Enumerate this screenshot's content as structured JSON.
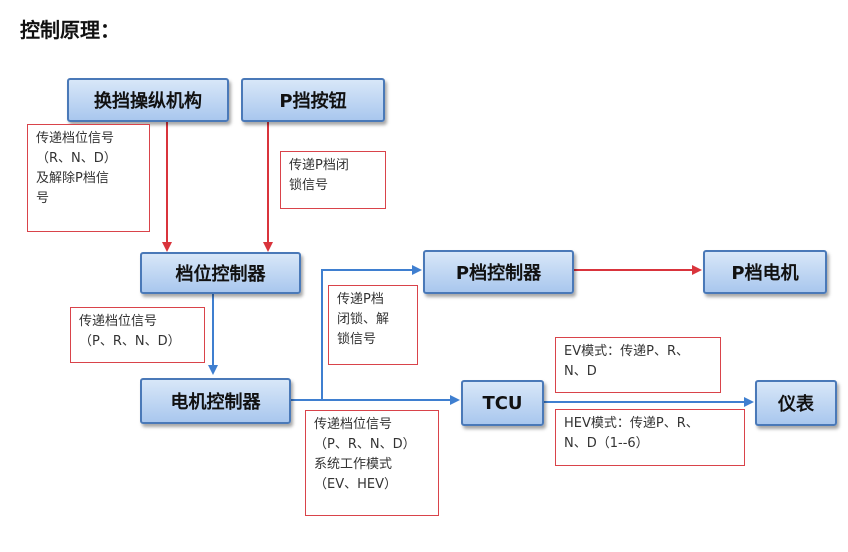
{
  "title": "控制原理：",
  "nodes": {
    "shift_mechanism": "换挡操纵机构",
    "p_button": "P挡按钮",
    "gear_controller": "档位控制器",
    "p_controller": "P档控制器",
    "p_motor": "P档电机",
    "motor_controller": "电机控制器",
    "tcu": "TCU",
    "instrument": "仪表"
  },
  "notes": {
    "shift_signal": [
      "传递档位信号",
      "（R、N、D）",
      "及解除P档信",
      "号"
    ],
    "p_lock_signal": [
      "传递P档闭",
      "锁信号"
    ],
    "gear_signal": [
      "传递档位信号",
      "（P、R、N、D）"
    ],
    "lock_unlock": [
      "传递P档",
      "闭锁、解",
      "锁信号"
    ],
    "ev_mode": [
      "EV模式：传递P、R、",
      "N、D"
    ],
    "hev_mode": [
      "HEV模式：传递P、R、",
      "N、D（1--6）"
    ],
    "system_mode": [
      "传递档位信号",
      "（P、R、N、D）",
      "系统工作模式",
      "（EV、HEV）"
    ]
  },
  "colors": {
    "red_arrow": "#d9343c",
    "blue_arrow": "#3f7fd0",
    "node_border": "#4a79b8"
  }
}
